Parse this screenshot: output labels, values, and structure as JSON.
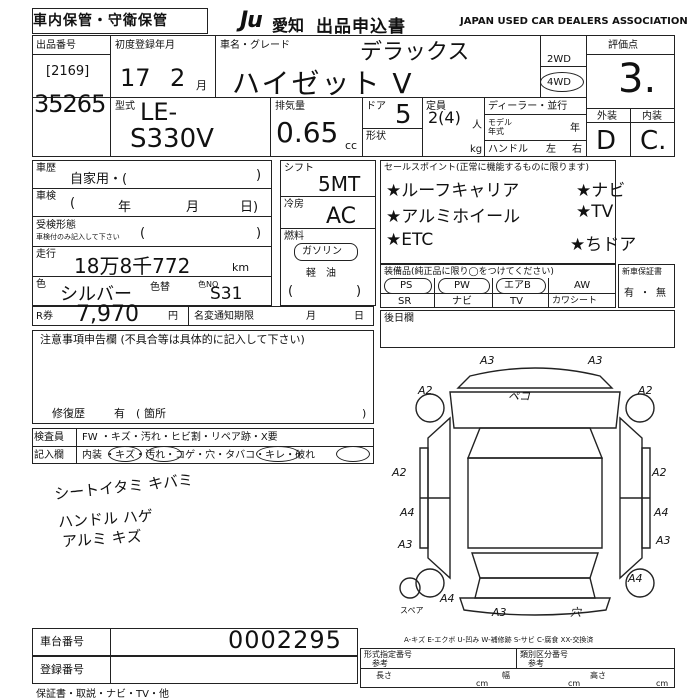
{
  "header": {
    "left_title": "車内保管・守衛保管",
    "logo_text": "Ju",
    "org_jp": "愛知",
    "form_title": "出品申込書",
    "org_en": "JAPAN USED CAR DEALERS ASSOCIATION"
  },
  "lot": {
    "label": "出品番号",
    "sub_number": "[2169]",
    "number": "35265"
  },
  "registration": {
    "label": "初度登録年月",
    "year": "17",
    "month": "2",
    "unit_month": "月"
  },
  "car_name": {
    "label": "車名・グレード",
    "grade": "デラックス",
    "name": "ハイゼット V"
  },
  "drive": {
    "opt1": "2WD",
    "opt2": "4WD"
  },
  "rating": {
    "label": "評価点",
    "value": "3.",
    "ext_label": "外装",
    "int_label": "内装",
    "ext_value": "D",
    "int_value": "C."
  },
  "model": {
    "label": "型式",
    "prefix": "LE-",
    "code": "S330V"
  },
  "displacement": {
    "label": "排気量",
    "value": "0.65",
    "unit": "cc"
  },
  "doors": {
    "label": "ドア",
    "value": "5",
    "shape_label": "形状"
  },
  "capacity": {
    "label": "定員",
    "value": "2(4)",
    "unit": "人",
    "weight_unit": "kg"
  },
  "dealer": {
    "label": "ディーラー・並行",
    "model_year_label1": "モデル",
    "model_year_label2": "年式",
    "year_unit": "年",
    "handle_label": "ハンドル",
    "left": "左",
    "right": "右"
  },
  "history": {
    "label": "車歴",
    "value": "自家用・(",
    "close": ")"
  },
  "shaken": {
    "label": "車検",
    "year": "年",
    "month": "月",
    "day": "日)",
    "open": "("
  },
  "receiving": {
    "label": "受検形態",
    "note": "車検付のみ記入して下さい",
    "open": "(",
    "close": ")"
  },
  "mileage": {
    "label": "走行",
    "value": "18万8千772",
    "unit": "km"
  },
  "color": {
    "label": "色",
    "value": "シルバー",
    "change_label": "色替",
    "code_label": "色NO",
    "code": "S31"
  },
  "recycle": {
    "label": "R券",
    "value": "7,970",
    "unit": "円",
    "notice_label": "名変通知期限",
    "month": "月",
    "day": "日"
  },
  "shift": {
    "label": "シフト",
    "value": "5MT"
  },
  "aircon": {
    "label": "冷房",
    "value": "AC"
  },
  "fuel": {
    "label": "燃料",
    "gas": "ガソリン",
    "diesel": "軽　油",
    "open": "(",
    "close": ")"
  },
  "sales": {
    "label": "セールスポイント(正常に機能するものに限ります)",
    "points": [
      "★ルーフキャリア",
      "★アルミホイール",
      "★ETC",
      "★ナビ",
      "★TV",
      "★ちドア"
    ]
  },
  "equipment": {
    "label": "装備品(純正品に限り◯をつけてください)",
    "row1": [
      "PS",
      "PW",
      "エアB",
      "AW"
    ],
    "row2": [
      "SR",
      "ナビ",
      "TV",
      "カワシート"
    ]
  },
  "warranty": {
    "label": "新車保証書",
    "yes": "有",
    "no": "無",
    "sep": "・"
  },
  "notes": {
    "label": "注意事項申告欄 (不具合等は具体的に記入して下さい)",
    "repair_label": "修復歴",
    "repair_yes": "有",
    "repair_place": "箇所",
    "open": "(",
    "close": ")"
  },
  "later": {
    "label": "後日欄"
  },
  "inspector": {
    "label": "検査員",
    "line1": "FW ・キズ・汚れ・ヒビ割・リペア跡・X要",
    "entry_label": "記入欄",
    "line2": "内装 ・キズ・汚れ・コゲ・穴・タバコ・キレ・破れ"
  },
  "handwritten_notes": [
    "シートイタミ キバミ",
    "ハンドル ハゲ",
    "アルミ キズ"
  ],
  "diagram": {
    "labels": [
      "A3",
      "A3",
      "A2",
      "A2",
      "A2",
      "A2",
      "A4",
      "A4",
      "A3",
      "A3",
      "A4",
      "A4",
      "A3",
      "穴",
      "ペコ"
    ],
    "spare": "スペア",
    "legend": "A-キズ E-エクボ U-凹み W-補修跡 S-サビ C-腐食 XX-交換済"
  },
  "chassis": {
    "label": "車台番号",
    "value": "0002295"
  },
  "reg_number": {
    "label": "登録番号"
  },
  "form_cert": {
    "label1": "形式指定番号",
    "ref": "参考",
    "label2": "類別区分番号",
    "length": "長さ",
    "width": "幅",
    "height": "高さ",
    "cm": "cm"
  },
  "bottom_strip": {
    "label": "保証書・取説・ナビ・TV・他"
  }
}
